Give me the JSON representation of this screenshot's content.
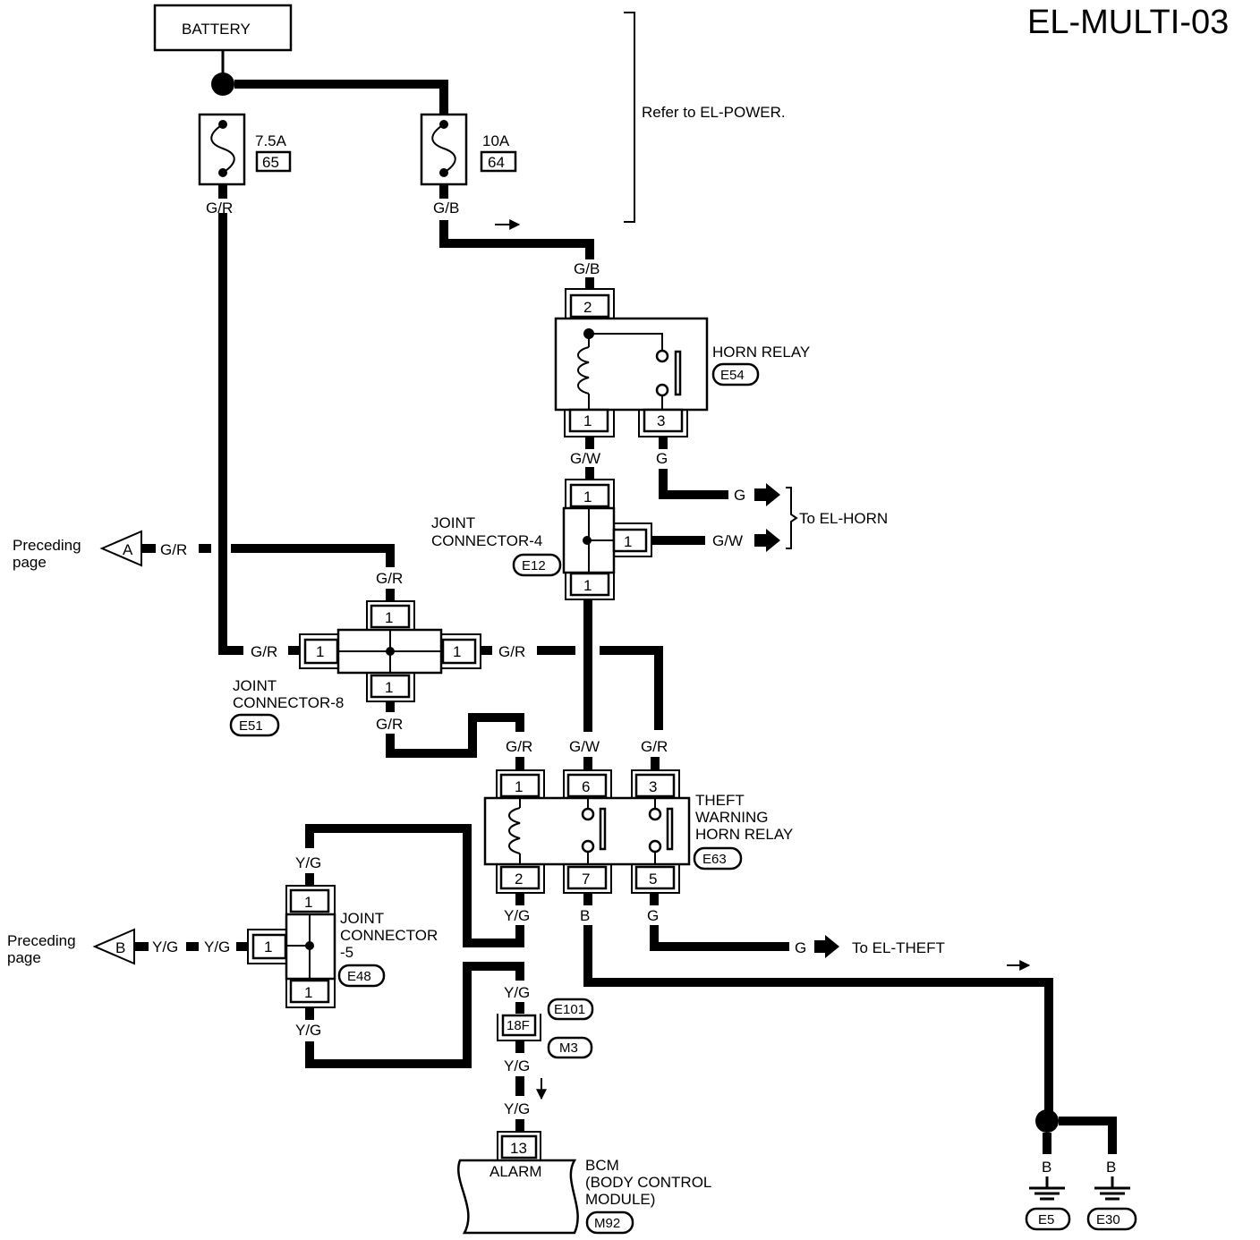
{
  "title": "EL-MULTI-03",
  "battery": "BATTERY",
  "fuses": [
    {
      "amp": "7.5A",
      "num": "65",
      "wire_out": "G/R"
    },
    {
      "amp": "10A",
      "num": "64",
      "wire_out": "G/B"
    }
  ],
  "refer_note": "Refer to EL-POWER.",
  "horn_relay": {
    "name": "HORN RELAY",
    "id": "E54",
    "wire_in": "G/B",
    "pins": [
      "2",
      "1",
      "3"
    ],
    "wire_out_1": "G/W",
    "wire_out_3": "G"
  },
  "joint_connector_4": {
    "name_1": "JOINT",
    "name_2": "CONNECTOR-4",
    "id": "E12",
    "pins": [
      "1",
      "1",
      "1"
    ]
  },
  "to_el_horn": {
    "label": "To EL-HORN",
    "wire_g": "G",
    "wire_gw": "G/W"
  },
  "preceding_a": {
    "line1": "Preceding",
    "line2": "page",
    "letter": "A",
    "wire": "G/R"
  },
  "joint_connector_8": {
    "name_1": "JOINT",
    "name_2": "CONNECTOR-8",
    "id": "E51",
    "pins": [
      "1",
      "1",
      "1",
      "1"
    ],
    "wires": [
      "G/R",
      "G/R",
      "G/R",
      "G/R"
    ]
  },
  "theft_relay": {
    "name_1": "THEFT",
    "name_2": "WARNING",
    "name_3": "HORN RELAY",
    "id": "E63",
    "pins_top": [
      "1",
      "6",
      "3"
    ],
    "pins_bottom": [
      "2",
      "7",
      "5"
    ],
    "wires_top": [
      "G/R",
      "G/W",
      "G/R"
    ],
    "wires_bottom": [
      "Y/G",
      "B",
      "G"
    ]
  },
  "to_el_theft": {
    "label": "To EL-THEFT",
    "wire": "G"
  },
  "joint_connector_5": {
    "name_1": "JOINT",
    "name_2": "CONNECTOR",
    "name_3": "-5",
    "id": "E48",
    "pins": [
      "1",
      "1",
      "1"
    ],
    "wires": [
      "Y/G",
      "Y/G",
      "Y/G"
    ]
  },
  "preceding_b": {
    "line1": "Preceding",
    "line2": "page",
    "letter": "B",
    "wire_1": "Y/G",
    "wire_2": "Y/G"
  },
  "harness_connector": {
    "pin": "18F",
    "id_1": "E101",
    "id_2": "M3",
    "wire_in": "Y/G",
    "wire_out": "Y/G"
  },
  "bcm": {
    "wire": "Y/G",
    "pin": "13",
    "function": "ALARM",
    "name_1": "BCM",
    "name_2": "(BODY CONTROL",
    "name_3": "MODULE)",
    "id": "M92"
  },
  "grounds": [
    {
      "wire": "B",
      "id": "E5"
    },
    {
      "wire": "B",
      "id": "E30"
    }
  ]
}
